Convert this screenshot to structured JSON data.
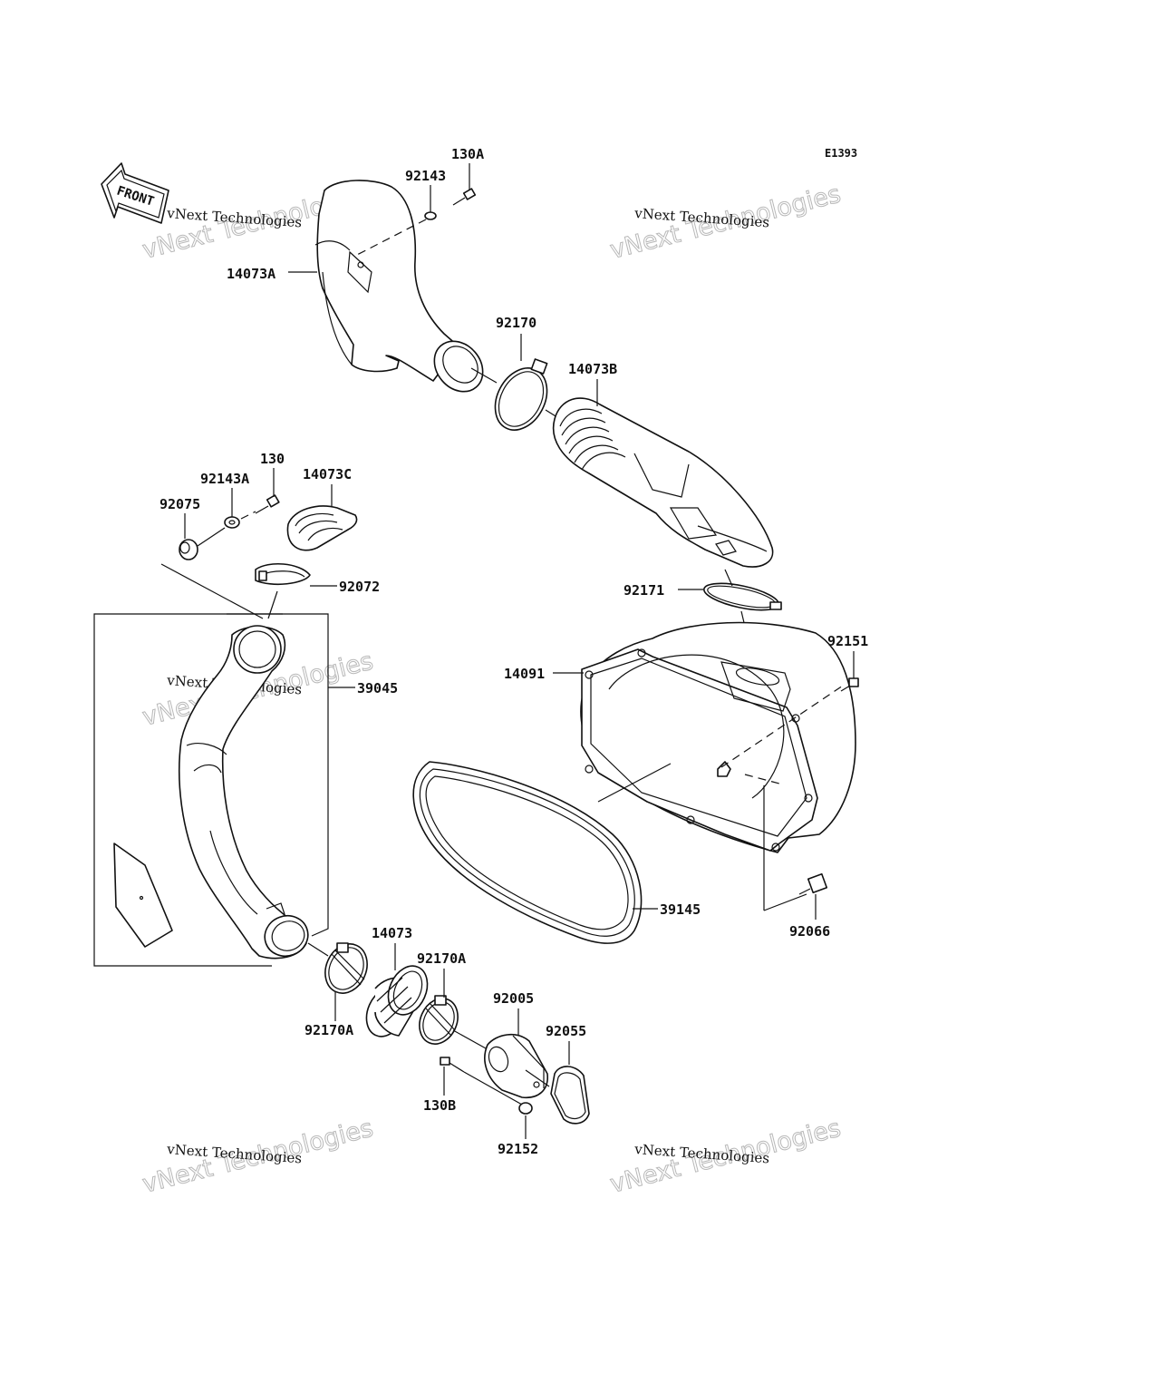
{
  "diagram_code": "E1393",
  "front_label": "FRONT",
  "watermark": {
    "line1": "vNext Technologies",
    "line2": "vNext Technologies"
  },
  "parts": {
    "p130A": "130A",
    "p92143": "92143",
    "p14073A": "14073A",
    "p92170": "92170",
    "p14073B": "14073B",
    "p130": "130",
    "p92143A": "92143A",
    "p14073C": "14073C",
    "p92075": "92075",
    "p92072": "92072",
    "p92171": "92171",
    "p92151": "92151",
    "p14091": "14091",
    "p39045": "39045",
    "p39145": "39145",
    "p92066": "92066",
    "p14073": "14073",
    "p92170A_top": "92170A",
    "p92170A_bottom": "92170A",
    "p92005": "92005",
    "p92055": "92055",
    "p130B": "130B",
    "p92152": "92152"
  }
}
